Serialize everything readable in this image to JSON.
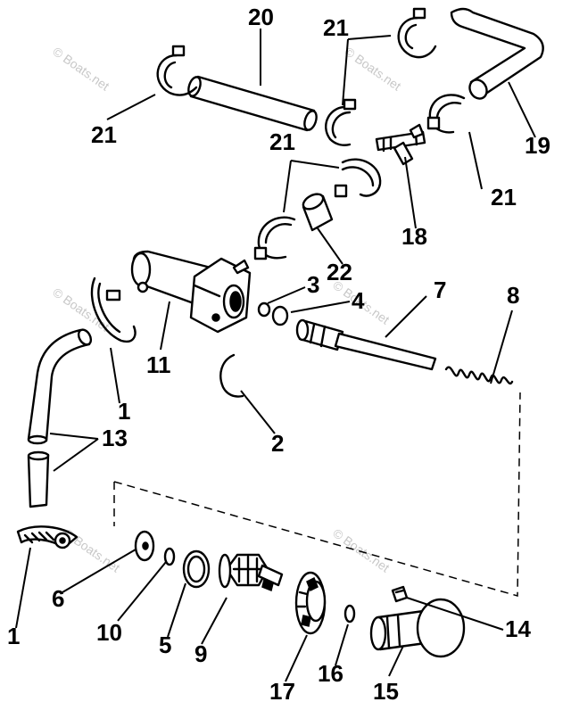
{
  "watermark": "© Boats.net",
  "callouts": {
    "c1a": "1",
    "c1b": "1",
    "c2": "2",
    "c3": "3",
    "c4": "4",
    "c5": "5",
    "c6": "6",
    "c7": "7",
    "c8": "8",
    "c9": "9",
    "c10": "10",
    "c11": "11",
    "c13": "13",
    "c14": "14",
    "c15": "15",
    "c16": "16",
    "c17": "17",
    "c18": "18",
    "c19": "19",
    "c20": "20",
    "c21a": "21",
    "c21b": "21",
    "c21c": "21",
    "c21d": "21",
    "c22": "22"
  }
}
